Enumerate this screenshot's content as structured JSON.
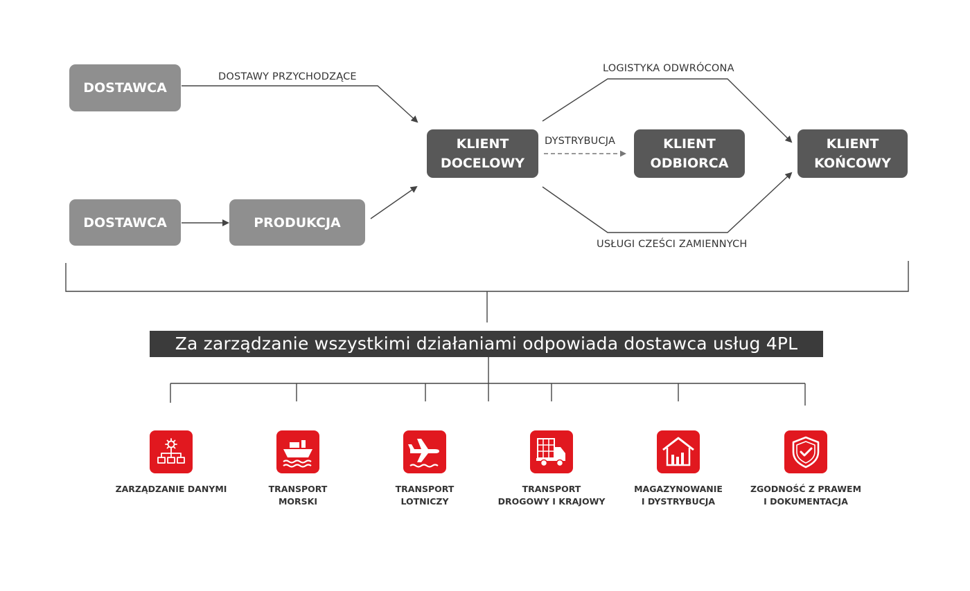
{
  "nodes": {
    "supplier_top": "DOSTAWCA",
    "supplier_bottom": "DOSTAWCA",
    "production": "PRODUKCJA",
    "target_client": "KLIENT\nDOCELOWY",
    "receiving_client": "KLIENT\nODBIORCA",
    "end_client": "KLIENT\nKOŃCOWY"
  },
  "flows": {
    "inbound": "DOSTAWY PRZYCHODZĄCE",
    "distribution": "DYSTRYBUCJA",
    "reverse_logistics": "LOGISTYKA ODWRÓCONA",
    "spare_parts": "USŁUGI CZEŚCI ZAMIENNYCH"
  },
  "banner": "Za zarządzanie wszystkimi działaniami odpowiada dostawca usług 4PL",
  "services": [
    {
      "label": "ZARZĄDZANIE DANYMI",
      "icon": "data-management-icon"
    },
    {
      "label": "TRANSPORT\nMORSKI",
      "icon": "ship-icon"
    },
    {
      "label": "TRANSPORT\nLOTNICZY",
      "icon": "airplane-icon"
    },
    {
      "label": "TRANSPORT\nDROGOWY I KRAJOWY",
      "icon": "truck-icon"
    },
    {
      "label": "MAGAZYNOWANIE\nI DYSTRYBUCJA",
      "icon": "warehouse-icon"
    },
    {
      "label": "ZGODNOŚĆ Z PRAWEM\nI DOKUMENTACJA",
      "icon": "shield-check-icon"
    }
  ],
  "colors": {
    "light_node": "#8f8f8f",
    "dark_node": "#585858",
    "banner": "#3b3b3b",
    "accent_red": "#e1181f",
    "line": "#444444"
  }
}
